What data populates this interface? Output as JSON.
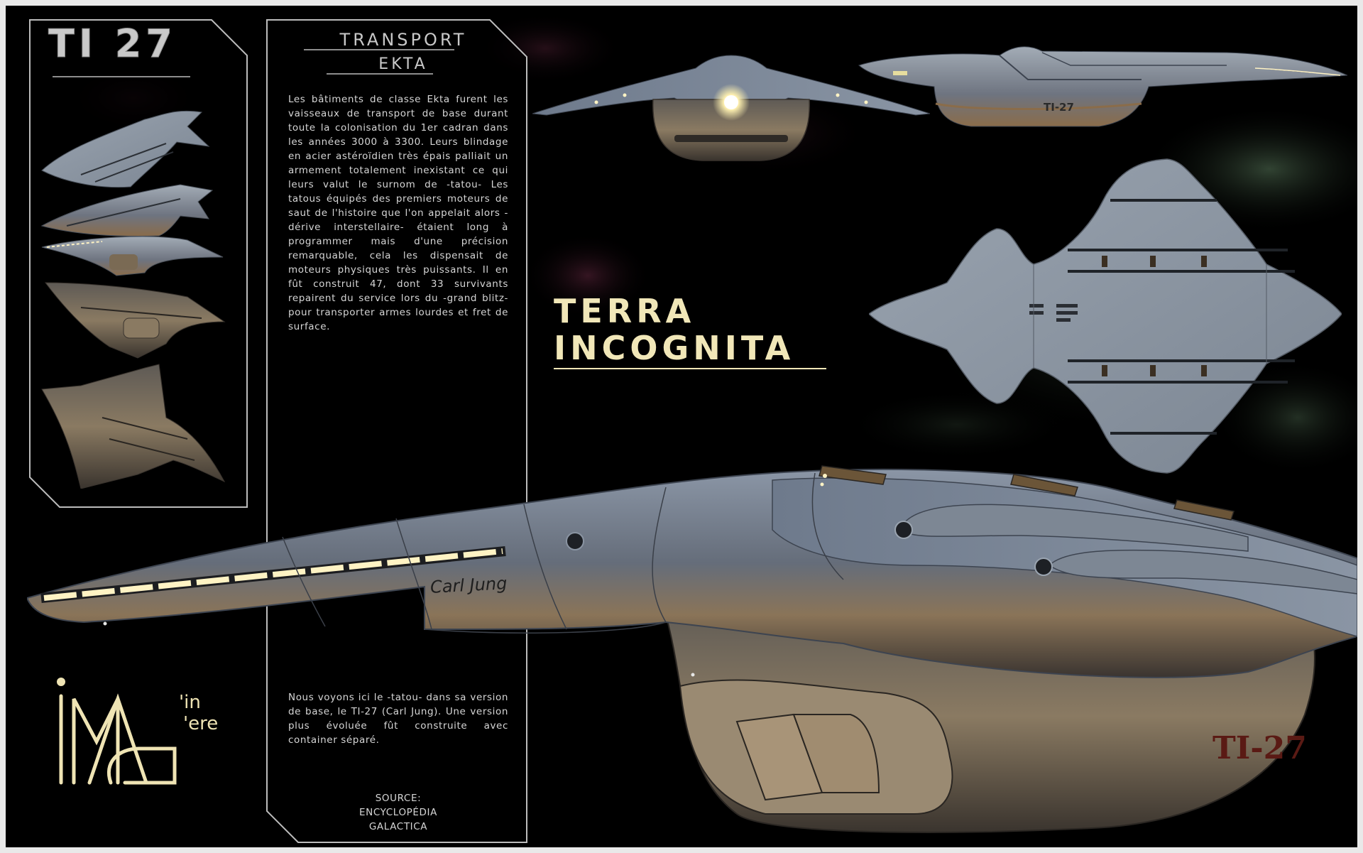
{
  "designation": "TI 27",
  "transport_title": "TRANSPORT",
  "class_title": "EKTA",
  "description": "Les bâtiments de classe Ekta furent les vaisseaux de transport de base durant toute la colonisation du 1er cadran dans les années 3000 à 3300. Leurs blindage en acier astéroïdien très épais palliait un armement totalement inexistant ce qui leurs valut le surnom de -tatou- Les tatous équipés des premiers moteurs de saut de l'histoire que l'on appelait alors -dérive interstellaire- étaient long à programmer mais d'une précision remarquable, cela les dispensait de moteurs physiques très puissants. Il en fût construit 47, dont 33 survivants repairent du service lors du -grand blitz- pour transporter armes lourdes et fret de surface.",
  "note": "Nous voyons ici le -tatou- dans sa version de base, le TI-27 (Carl Jung). Une version plus évoluée fût construite avec container séparé.",
  "source_label": "SOURCE:",
  "source_line1": "ENCYCLOPÉDIA",
  "source_line2": "GALACTICA",
  "headline_line1": "TERRA",
  "headline_line2": "INCOGNITA",
  "ship_name": "Carl Jung",
  "hull_code": "TI-27",
  "top_view_code": "TI-27",
  "logo_suffix1": "'in",
  "logo_suffix2": "'ere",
  "colors": {
    "frame_line": "#bcbcbc",
    "headline": "#f1e7b8",
    "logo": "#efe4b4",
    "hull": "#6b7280",
    "lights": "#fff3c4"
  }
}
